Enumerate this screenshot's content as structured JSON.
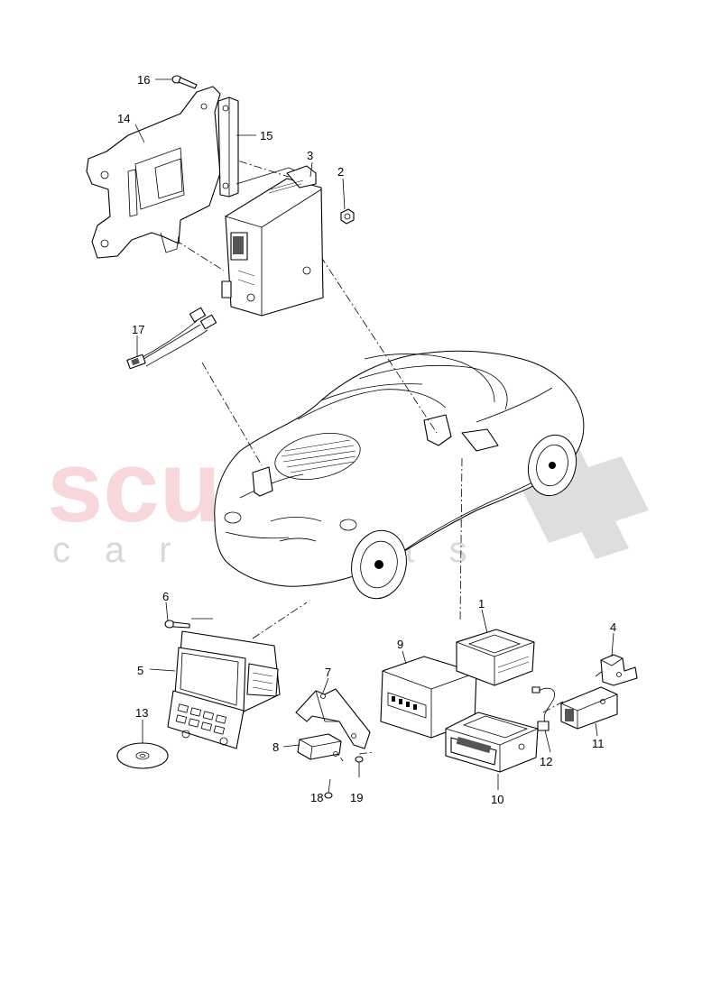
{
  "watermark": {
    "brand": "scuderia",
    "tagline": "car parts",
    "brand_color": "#f2b8bd",
    "tagline_color": "#d8d8d8"
  },
  "callouts": [
    {
      "id": "1",
      "label": "1"
    },
    {
      "id": "2",
      "label": "2"
    },
    {
      "id": "3",
      "label": "3"
    },
    {
      "id": "4",
      "label": "4"
    },
    {
      "id": "5",
      "label": "5"
    },
    {
      "id": "6",
      "label": "6"
    },
    {
      "id": "7",
      "label": "7"
    },
    {
      "id": "8",
      "label": "8"
    },
    {
      "id": "9",
      "label": "9"
    },
    {
      "id": "10",
      "label": "10"
    },
    {
      "id": "11",
      "label": "11"
    },
    {
      "id": "12",
      "label": "12"
    },
    {
      "id": "13",
      "label": "13"
    },
    {
      "id": "14",
      "label": "14"
    },
    {
      "id": "15",
      "label": "15"
    },
    {
      "id": "16",
      "label": "16"
    },
    {
      "id": "17",
      "label": "17"
    },
    {
      "id": "18",
      "label": "18"
    },
    {
      "id": "19",
      "label": "19"
    }
  ]
}
